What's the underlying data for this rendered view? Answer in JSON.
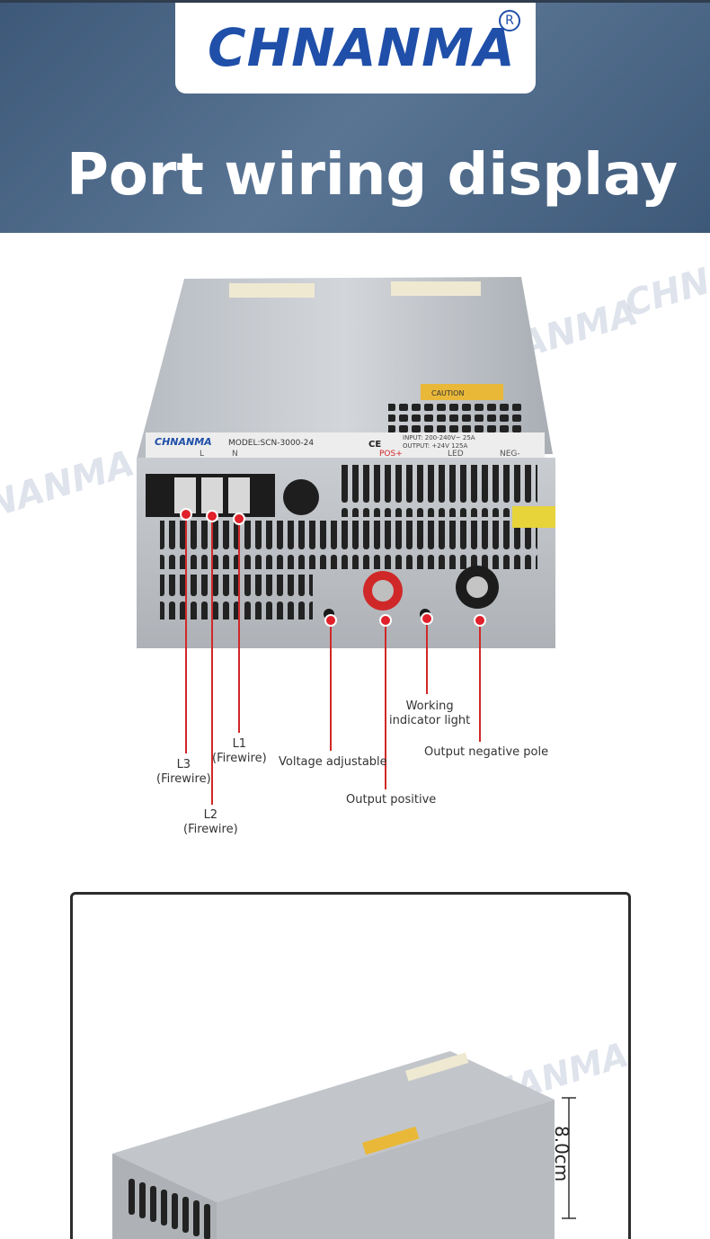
{
  "brand": {
    "logo_text": "CHNANMA",
    "registered_mark": "R"
  },
  "page_title": "Port wiring display",
  "product": {
    "label_brand": "CHNANMA",
    "model": "MODEL:SCN-3000-24",
    "input": "INPUT: 200-240V~ 25A",
    "output": "OUTPUT: +24V 125A",
    "terminals": [
      "L",
      "N",
      "POS+",
      "LED",
      "NEG-"
    ],
    "caution": "CAUTION"
  },
  "callouts": {
    "l3": "L3\n(Firewire)",
    "l2": "L2\n(Firewire)",
    "l1": "L1\n(Firewire)",
    "voltage": "Voltage adjustable",
    "positive": "Output positive",
    "working": "Working\nindicator light",
    "negative": "Output negative pole"
  },
  "dimension": {
    "height_label": "8.0cm"
  },
  "colors": {
    "header_bg": "#4a6584",
    "logo_blue": "#1f4fa8",
    "marker_red": "#e0202a",
    "watermark": "#a0afc8"
  },
  "icons": [
    "registered-icon",
    "ce-mark-icon"
  ]
}
